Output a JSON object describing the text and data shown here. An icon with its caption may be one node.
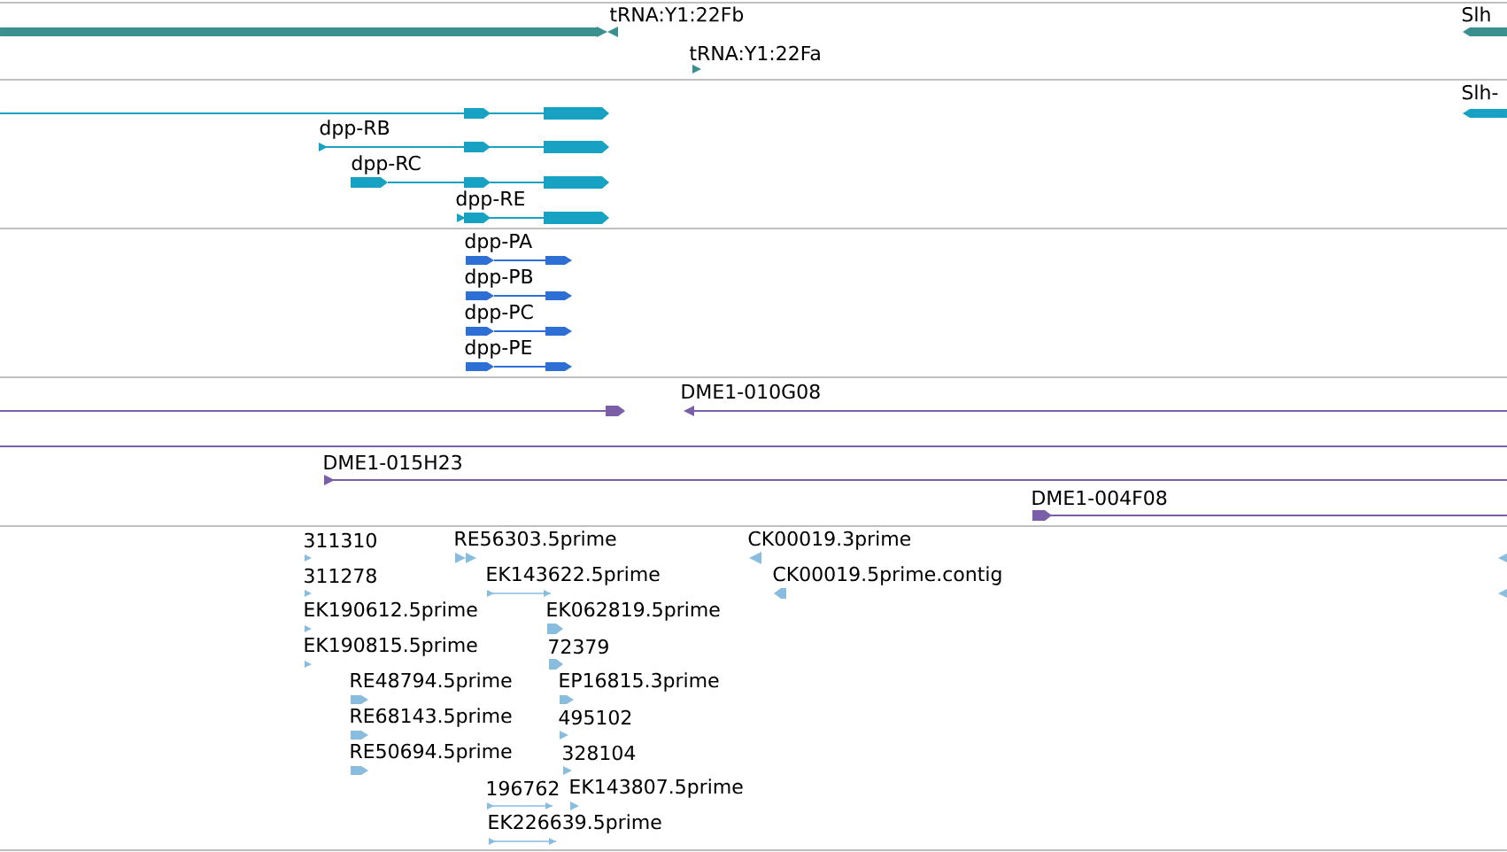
{
  "diagram": {
    "labels": [
      "tRNA:Y1:22Fb",
      "Slh",
      "tRNA:Y1:22Fa",
      "Slh-",
      "dpp-RB",
      "dpp-RC",
      "dpp-RE",
      "dpp-PA",
      "dpp-PB",
      "dpp-PC",
      "dpp-PE",
      "DME1-010G08",
      "DME1-015H23",
      "DME1-004F08",
      "311310",
      "RE56303.5prime",
      "CK00019.3prime",
      "311278",
      "EK143622.5prime",
      "CK00019.5prime.contig",
      "EK190612.5prime",
      "EK062819.5prime",
      "EK190815.5prime",
      "72379",
      "RE48794.5prime",
      "EP16815.3prime",
      "RE68143.5prime",
      "495102",
      "RE50694.5prime",
      "328104",
      "196762",
      "EK143807.5prime",
      "EK226639.5prime"
    ]
  }
}
